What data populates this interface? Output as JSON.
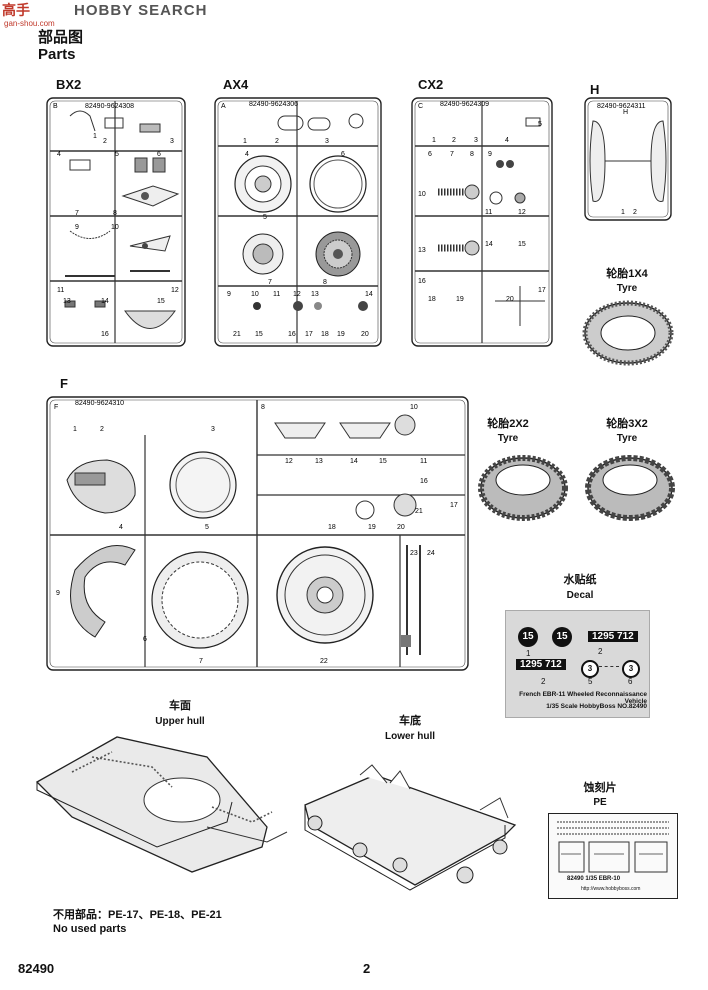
{
  "watermark": {
    "brand": "HOBBY SEARCH",
    "cn": "高手",
    "url": "gan-shou.com"
  },
  "header": {
    "title_cn": "部品图",
    "title_en": "Parts"
  },
  "sprues": {
    "bx2": {
      "label": "BX2",
      "letter": "B",
      "code": "82490-9624308",
      "nums": [
        "1",
        "2",
        "3",
        "4",
        "5",
        "6",
        "7",
        "8",
        "9",
        "10",
        "11",
        "12",
        "13",
        "14",
        "15",
        "16"
      ]
    },
    "ax4": {
      "label": "AX4",
      "letter": "A",
      "code": "82490-9624306",
      "nums": [
        "1",
        "2",
        "3",
        "4",
        "5",
        "6",
        "7",
        "8",
        "9",
        "10",
        "11",
        "12",
        "13",
        "14",
        "15",
        "16",
        "17",
        "18",
        "19",
        "20",
        "21"
      ]
    },
    "cx2": {
      "label": "CX2",
      "letter": "C",
      "code": "82490-9624309",
      "nums": [
        "1",
        "2",
        "3",
        "4",
        "5",
        "6",
        "7",
        "8",
        "9",
        "10",
        "11",
        "12",
        "13",
        "14",
        "15",
        "16",
        "17",
        "18",
        "19",
        "20"
      ]
    },
    "h": {
      "label": "H",
      "letter": "H",
      "code": "82490-9624311",
      "nums": [
        "1",
        "2"
      ]
    },
    "f": {
      "label": "F",
      "letter": "F",
      "code": "82490-9624310",
      "nums": [
        "1",
        "2",
        "3",
        "4",
        "5",
        "6",
        "7",
        "8",
        "9",
        "10",
        "11",
        "12",
        "13",
        "14",
        "15",
        "16",
        "17",
        "18",
        "19",
        "20",
        "21",
        "22",
        "23",
        "24"
      ]
    }
  },
  "tyres": {
    "t1": {
      "cn": "轮胎1X4",
      "en": "Tyre"
    },
    "t2": {
      "cn": "轮胎2X2",
      "en": "Tyre"
    },
    "t3": {
      "cn": "轮胎3X2",
      "en": "Tyre"
    }
  },
  "decal": {
    "cn": "水贴纸",
    "en": "Decal",
    "d1": "15",
    "d2": "15",
    "plate": "1295 712",
    "n1": "1",
    "n2": "2",
    "n3": "3",
    "n5": "5",
    "n6": "6",
    "title": "French EBR-11 Wheeled Reconnaissance Vehicle",
    "scale": "1/35 Scale   HobbyBoss NO.82490"
  },
  "upper_hull": {
    "cn": "车面",
    "en": "Upper hull"
  },
  "lower_hull": {
    "cn": "车底",
    "en": "Lower hull"
  },
  "pe": {
    "cn": "蚀刻片",
    "en": "PE",
    "code": "82490  1/35  EBR-10",
    "url": "http://www.hobbyboss.com"
  },
  "not_used": {
    "cn": "不用部品：PE-17、PE-18、PE-21",
    "en": "No used parts"
  },
  "footer": {
    "code": "82490",
    "page": "2"
  }
}
